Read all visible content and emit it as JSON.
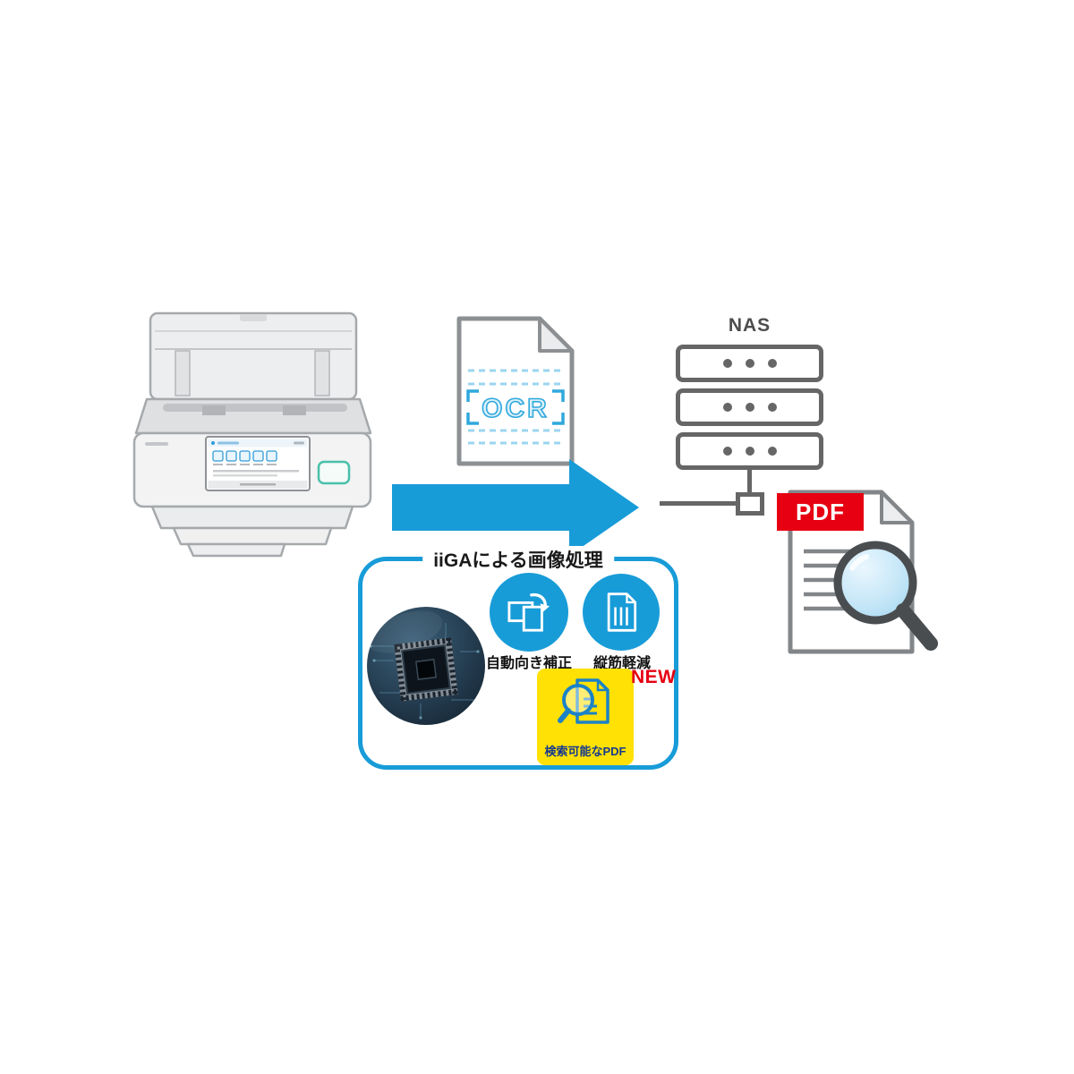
{
  "diagram": {
    "nas_label": "NAS",
    "ocr_text": "OCR",
    "pdf_label": "PDF",
    "processing_box": {
      "title": "iiGAによる画像処理",
      "features": [
        {
          "label": "自動向き補正"
        },
        {
          "label": "縦筋軽減"
        },
        {
          "label": "検索可能なPDF",
          "badge": "NEW"
        }
      ]
    },
    "icons": {
      "scanner": "document-scanner-illustration",
      "ocr_document": "document-with-ocr-scan-frame",
      "flow_arrow": "right-arrow",
      "nas_server": "server-rack-3-bays",
      "searchable_pdf": "pdf-document-with-magnifier",
      "auto_rotate": "pages-with-rotate-arrow",
      "streak_reduction": "document-with-vertical-lines",
      "search_pdf_feature": "magnifier-over-document",
      "cpu_chip": "circuit-board-cpu-photo"
    },
    "colors": {
      "accent_blue": "#189CD8",
      "ocr_blue": "#2FA8DC",
      "server_gray": "#666666",
      "pdf_red": "#E60012",
      "badge_red": "#E60012",
      "highlight_yellow": "#FFE105"
    }
  }
}
